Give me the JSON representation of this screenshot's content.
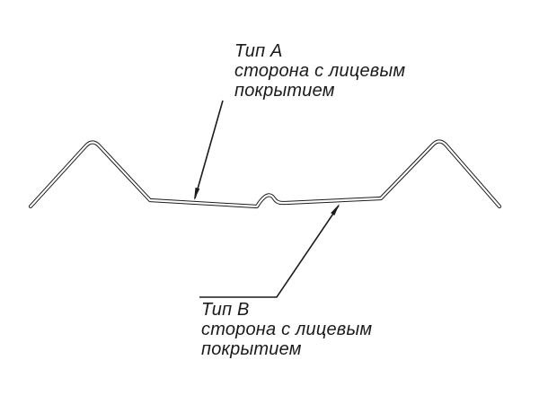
{
  "colors": {
    "line": "#1b1b1b",
    "background": "#ffffff"
  },
  "labels": {
    "type_a": {
      "title": "Тип А",
      "line2": "сторона с лицевым",
      "line3": "покрытием"
    },
    "type_b": {
      "title": "Тип В",
      "line2": "сторона с лицевым",
      "line3": "покрытием"
    }
  }
}
